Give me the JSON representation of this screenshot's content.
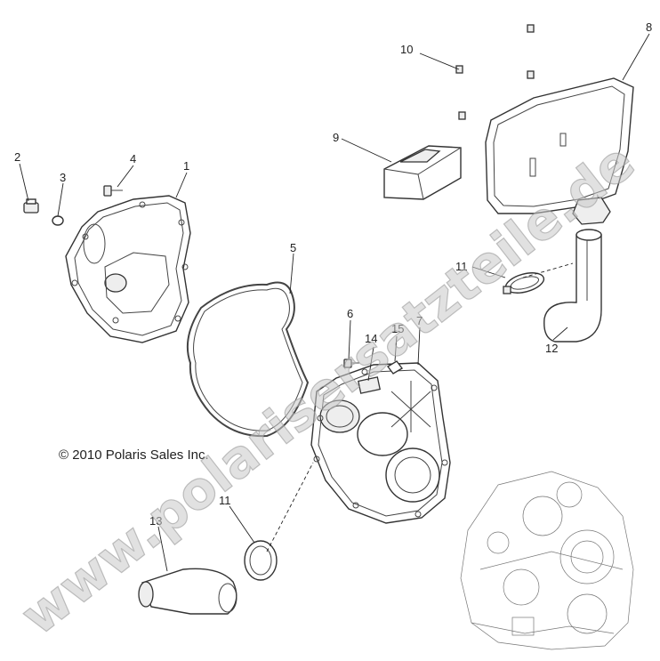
{
  "copyright": "© 2010 Polaris Sales Inc.",
  "watermark": "www.polarisersatzteile.de",
  "callouts": {
    "c1": "1",
    "c2": "2",
    "c3": "3",
    "c4": "4",
    "c5": "5",
    "c6": "6",
    "c7": "7",
    "c8": "8",
    "c9": "9",
    "c10": "10",
    "c11a": "11",
    "c11b": "11",
    "c12": "12",
    "c13": "13",
    "c14": "14",
    "c15": "15"
  }
}
